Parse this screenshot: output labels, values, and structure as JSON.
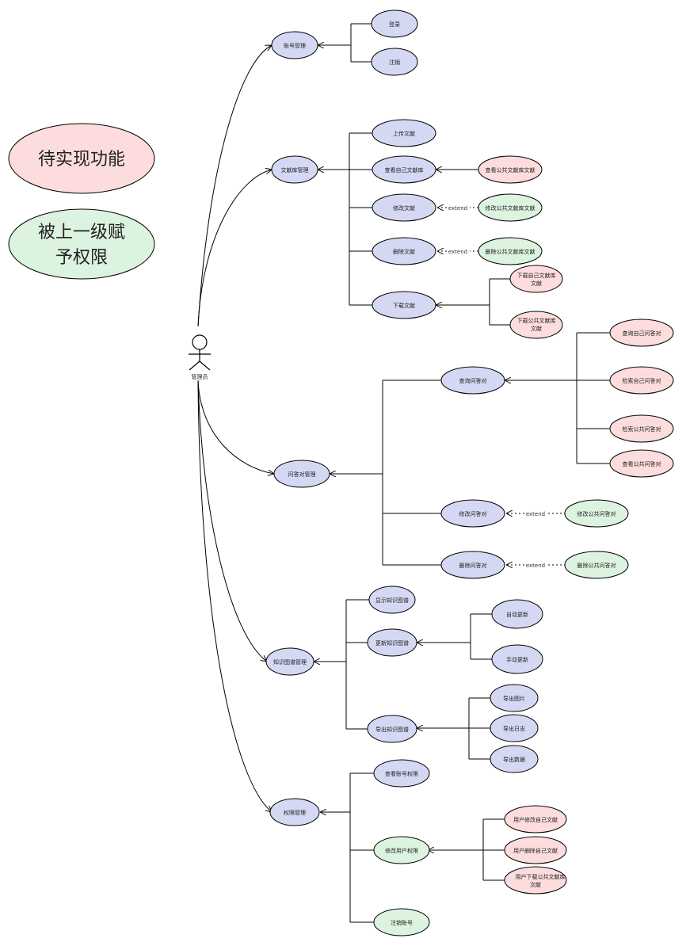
{
  "colors": {
    "blue": "#d5d8f2",
    "pink": "#fcdcdc",
    "green": "#dcf3df",
    "stroke": "#000000"
  },
  "legend": {
    "pending": "待实现功能",
    "granted_line1": "被上一级赋",
    "granted_line2": "予权限"
  },
  "actor": {
    "label": "管理员"
  },
  "extend_label": "extend",
  "nodes": {
    "account_mgmt": "账号管理",
    "login": "登录",
    "logout": "注销",
    "lib_mgmt": "文献库管理",
    "upload": "上传文献",
    "view_own_lib": "查看自己文献库",
    "view_public_lib": "查看公共文献库文献",
    "modify_doc": "修改文献",
    "modify_public_doc": "修改公共文献库文献",
    "delete_doc": "删除文献",
    "delete_public_doc": "删除公共文献库文献",
    "download_doc": "下载文献",
    "download_own": [
      "下载自己文献库",
      "文献"
    ],
    "download_public": [
      "下载公共文献库",
      "文献"
    ],
    "qa_mgmt": "问答对管理",
    "query_qa": "查询问答对",
    "query_own_qa": "查询自己问答对",
    "search_own_qa": "检索自己问答对",
    "search_public_qa": "检索公共问答对",
    "view_public_qa": "查看公共问答对",
    "modify_qa": "修改问答对",
    "modify_public_qa": "修改公共问答对",
    "delete_qa": "删除问答对",
    "delete_public_qa": "删除公共问答对",
    "kg_mgmt": "知识图谱管理",
    "show_kg": "显示知识图谱",
    "update_kg": "更新知识图谱",
    "auto_update": "自动更新",
    "manual_update": "手动更新",
    "export_kg": "导出知识图谱",
    "export_image": "导出图片",
    "export_log": "导出日志",
    "export_data": "导出数据",
    "perm_mgmt": "权限管理",
    "view_perm": "查看账号权限",
    "modify_user_perm": "修改用户权限",
    "user_modify_own": "用户修改自己文献",
    "user_delete_own": "用户删除自己文献",
    "user_download_public": [
      "用户下载公共文献库",
      "文献"
    ],
    "cancel_account": "注销账号"
  }
}
